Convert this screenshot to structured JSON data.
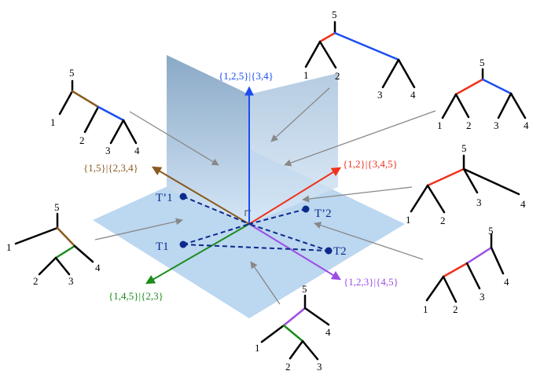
{
  "colors": {
    "plane": "#bcd7f0",
    "wall": "#9fbfdc",
    "arrow": "#888888",
    "point": "#0b2a8c",
    "axis_blue": "#1a4ef0",
    "axis_red": "#f0321e",
    "axis_brown": "#8b5a1e",
    "axis_green": "#1a8c1a",
    "axis_purple": "#9b4de6",
    "tree_black": "#000000"
  },
  "axes": {
    "blue": "{1,2,5}|{3,4}",
    "red": "{1,2}|{3,4,5}",
    "brown": "{1,5}|{2,3,4}",
    "green": "{1,4,5}|{2,3}",
    "purple": "{1,2,3}|{4,5}"
  },
  "points": {
    "t1p": "T’1",
    "t2p": "T’2",
    "t1": "T1",
    "t2": "T2"
  },
  "trees": {
    "top_center": {
      "root": "5",
      "l1": "1",
      "l2": "2",
      "l3": "3",
      "l4": "4"
    },
    "top_right": {
      "root": "5",
      "l1": "1",
      "l2": "2",
      "l3": "3",
      "l4": "4"
    },
    "top_left": {
      "root": "5",
      "l1": "1",
      "l2": "2",
      "l3": "3",
      "l4": "4"
    },
    "mid_right": {
      "root": "5",
      "l1": "1",
      "l2": "2",
      "l3": "3",
      "l4": "4"
    },
    "mid_left": {
      "root": "5",
      "l1": "1",
      "l2": "2",
      "l3": "3",
      "l4": "4"
    },
    "bottom_right": {
      "root": "5",
      "l1": "1",
      "l2": "2",
      "l3": "3",
      "l4": "4"
    },
    "bottom_center": {
      "root": "5",
      "l1": "1",
      "l2": "2",
      "l3": "3",
      "l4": "4"
    }
  }
}
